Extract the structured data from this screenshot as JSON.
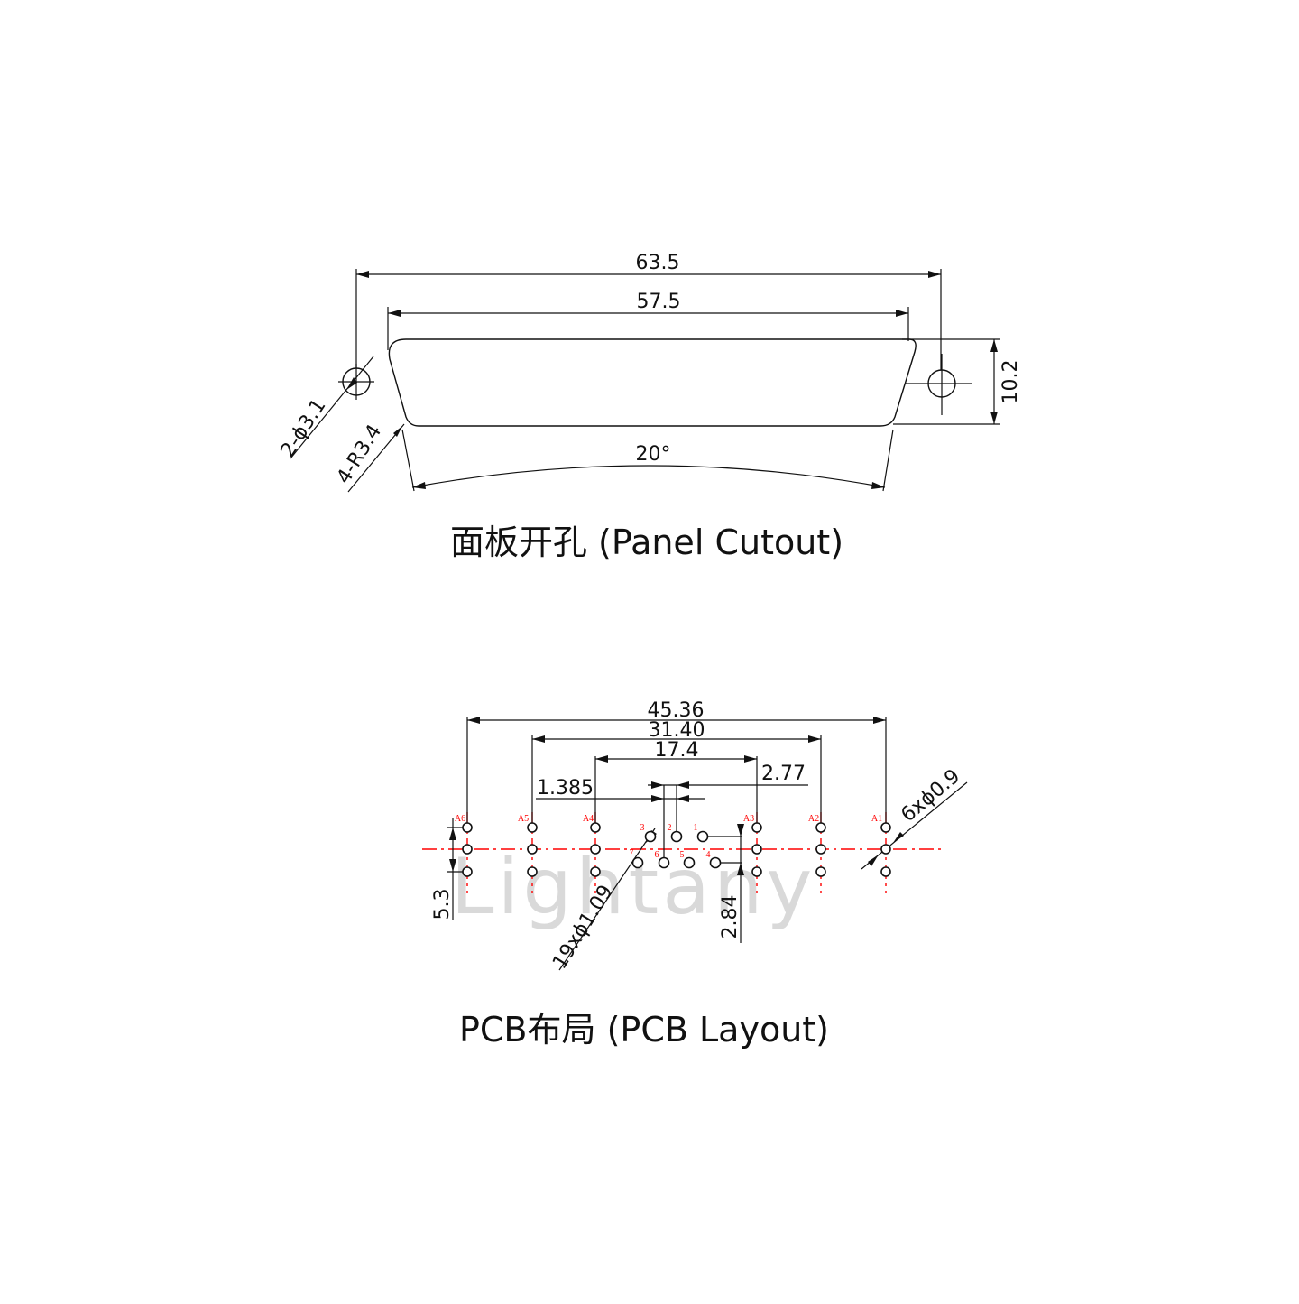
{
  "panel_cutout": {
    "dimensions": {
      "overall_width": "63.5",
      "cutout_width": "57.5",
      "height": "10.2",
      "mount_holes": "2-ϕ3.1",
      "corner_radius": "4-R3.4",
      "angle": "20°"
    },
    "caption": "面板开孔 (Panel Cutout)"
  },
  "pcb_layout": {
    "dimensions": {
      "outer_span": "45.36",
      "inner_span": "31.40",
      "mid_span": "17.4",
      "offset_right": "2.77",
      "offset_left": "1.385",
      "row_pitch": "5.3",
      "signal_offset": "2.84",
      "signal_holes": "19xϕ1.09",
      "contact_holes": "6xϕ0.9"
    },
    "contact_labels": [
      "A6",
      "A5",
      "A4",
      "A3",
      "A2",
      "A1"
    ],
    "signal_labels": [
      "1",
      "2",
      "3",
      "4",
      "5",
      "6",
      "7"
    ],
    "watermark": "Lightany",
    "caption": "PCB布局 (PCB Layout)"
  },
  "colors": {
    "line": "#111111",
    "centerline": "#ff0000",
    "watermark": "#d9d9d9"
  }
}
